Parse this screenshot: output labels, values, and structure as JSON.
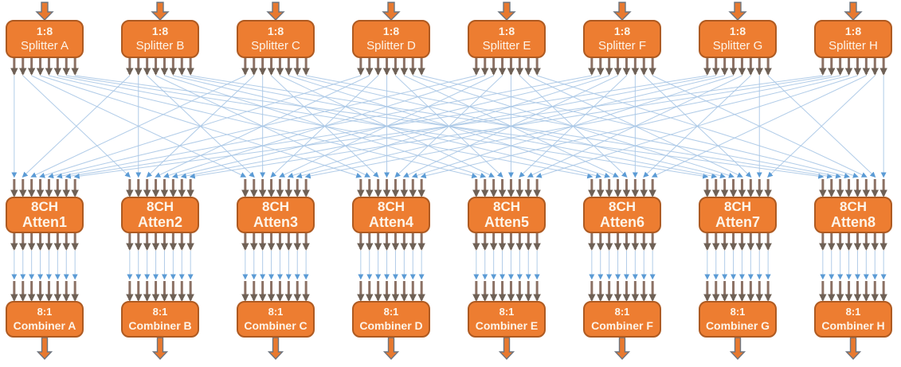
{
  "diagram": {
    "channels_per_device": 8,
    "splitter_row": [
      {
        "line1": "1:8",
        "line2": "Splitter A"
      },
      {
        "line1": "1:8",
        "line2": "Splitter B"
      },
      {
        "line1": "1:8",
        "line2": "Splitter C"
      },
      {
        "line1": "1:8",
        "line2": "Splitter D"
      },
      {
        "line1": "1:8",
        "line2": "Splitter E"
      },
      {
        "line1": "1:8",
        "line2": "Splitter F"
      },
      {
        "line1": "1:8",
        "line2": "Splitter G"
      },
      {
        "line1": "1:8",
        "line2": "Splitter H"
      }
    ],
    "atten_row": [
      {
        "line1": "8CH",
        "line2": "Atten1"
      },
      {
        "line1": "8CH",
        "line2": "Atten2"
      },
      {
        "line1": "8CH",
        "line2": "Atten3"
      },
      {
        "line1": "8CH",
        "line2": "Atten4"
      },
      {
        "line1": "8CH",
        "line2": "Atten5"
      },
      {
        "line1": "8CH",
        "line2": "Atten6"
      },
      {
        "line1": "8CH",
        "line2": "Atten7"
      },
      {
        "line1": "8CH",
        "line2": "Atten8"
      }
    ],
    "combiner_row": [
      {
        "line1": "8:1",
        "line2": "Combiner A"
      },
      {
        "line1": "8:1",
        "line2": "Combiner B"
      },
      {
        "line1": "8:1",
        "line2": "Combiner C"
      },
      {
        "line1": "8:1",
        "line2": "Combiner D"
      },
      {
        "line1": "8:1",
        "line2": "Combiner E"
      },
      {
        "line1": "8:1",
        "line2": "Combiner F"
      },
      {
        "line1": "8:1",
        "line2": "Combiner G"
      },
      {
        "line1": "8:1",
        "line2": "Combiner H"
      }
    ],
    "colors": {
      "node_fill": "#ED7D31",
      "node_border": "#AE5A21",
      "node_text": "#FDF4E8",
      "io_arrow_fill": "#E8792F",
      "io_arrow_outline": "#6D747E",
      "channel_stub": "#8C7164",
      "channel_stub_head": "#6F6156",
      "link_line": "#A8C6E5",
      "link_arrow": "#5B9BD5"
    }
  }
}
